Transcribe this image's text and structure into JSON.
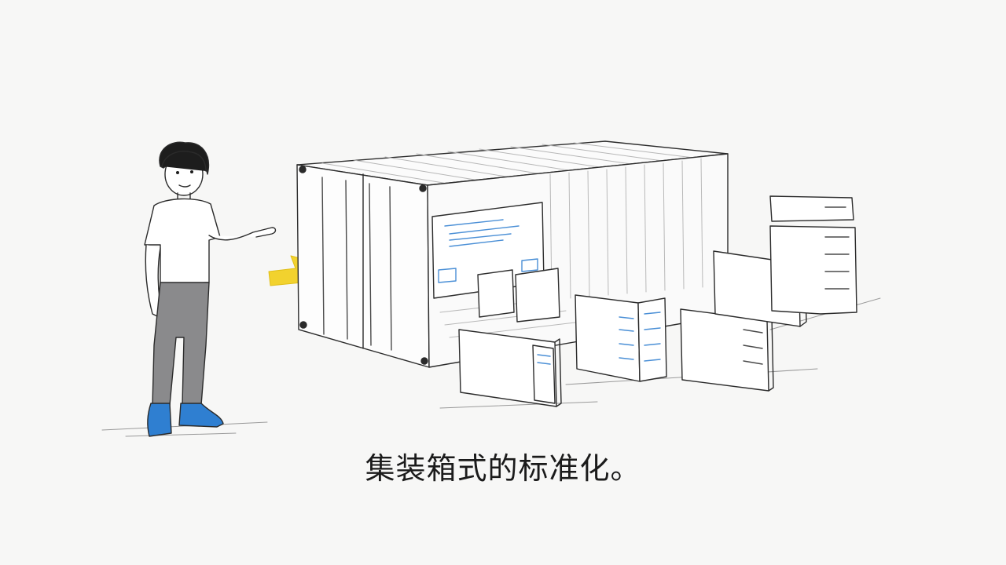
{
  "caption": "集装箱式的标准化。",
  "colors": {
    "background": "#f7f7f6",
    "ink": "#2b2b2b",
    "arrow": "#f2d22e",
    "shoe": "#2f7fd1",
    "pants": "#8a8a8c",
    "accent_blue": "#4a8fd6"
  },
  "illustration": {
    "person": "person-pointing",
    "arrow": "yellow-arrow-icon",
    "container": "shipping-container",
    "servers": "server-towers"
  }
}
